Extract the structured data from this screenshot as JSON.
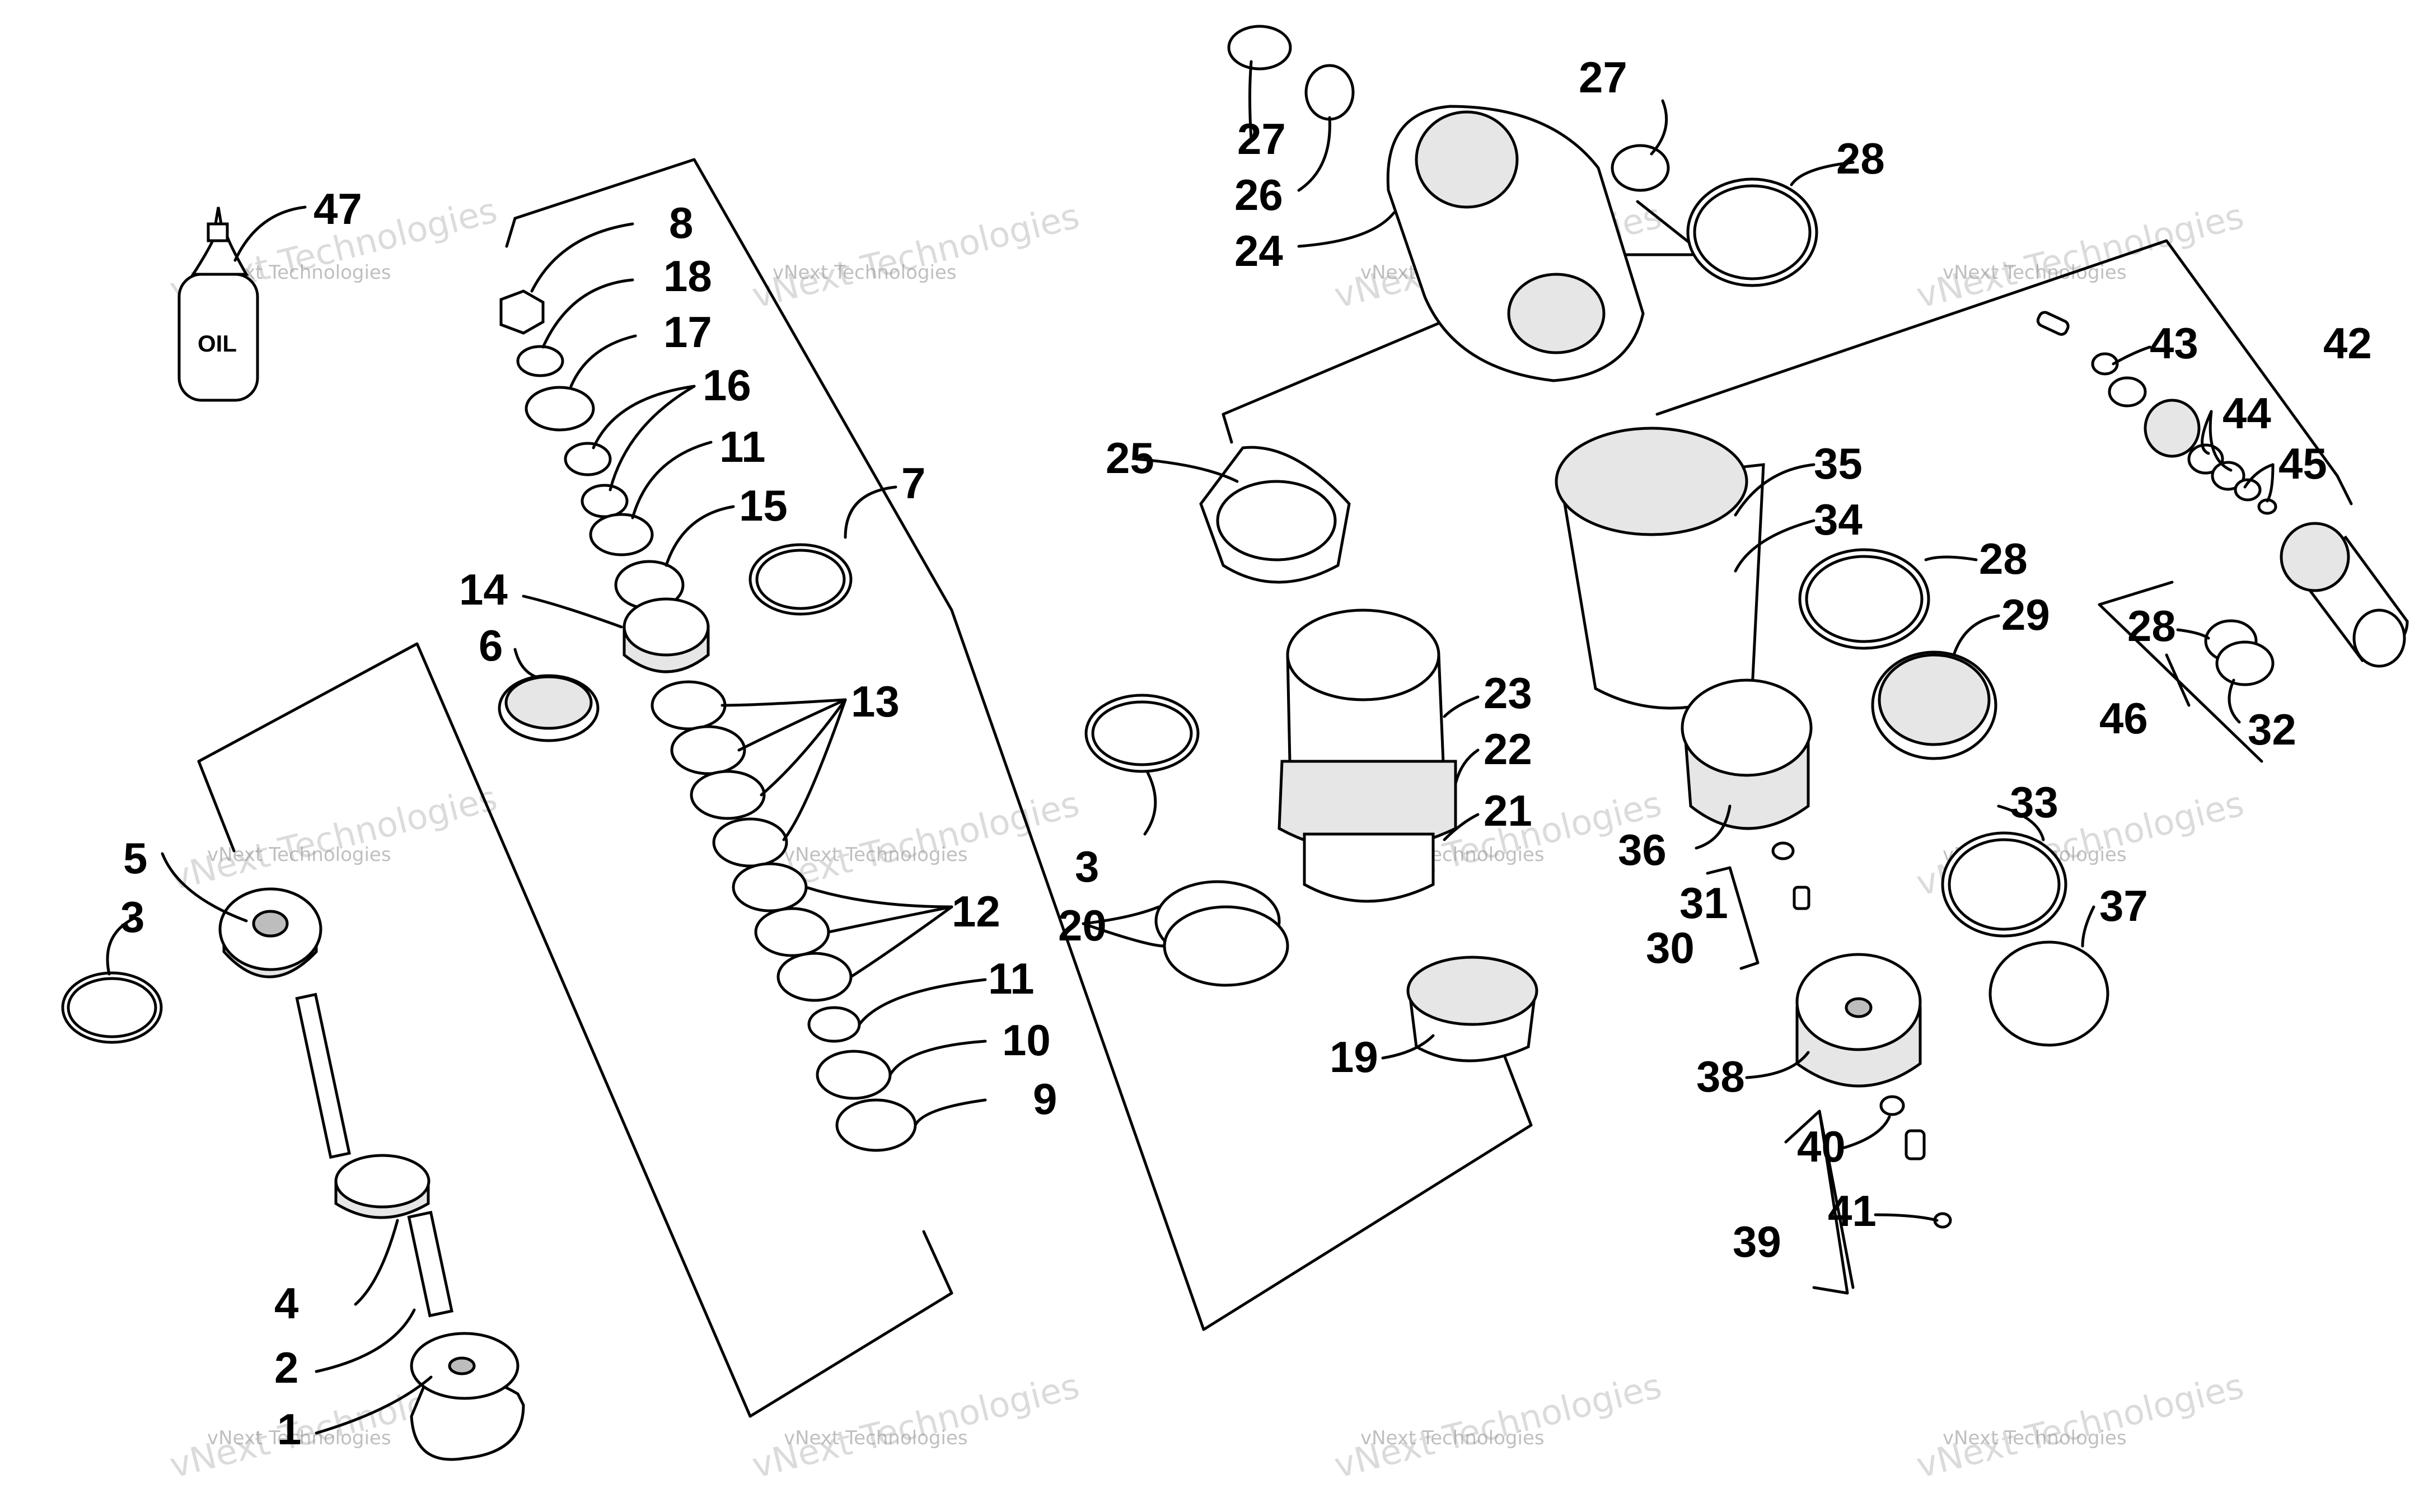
{
  "diagram": {
    "watermark": "vNext Technologies",
    "oil_label": "OIL",
    "callouts": [
      {
        "id": "c1",
        "text": "1"
      },
      {
        "id": "c2",
        "text": "2"
      },
      {
        "id": "c3a",
        "text": "3"
      },
      {
        "id": "c3b",
        "text": "3"
      },
      {
        "id": "c4",
        "text": "4"
      },
      {
        "id": "c5",
        "text": "5"
      },
      {
        "id": "c6",
        "text": "6"
      },
      {
        "id": "c7",
        "text": "7"
      },
      {
        "id": "c8",
        "text": "8"
      },
      {
        "id": "c9",
        "text": "9"
      },
      {
        "id": "c10",
        "text": "10"
      },
      {
        "id": "c11a",
        "text": "11"
      },
      {
        "id": "c11b",
        "text": "11"
      },
      {
        "id": "c12",
        "text": "12"
      },
      {
        "id": "c13",
        "text": "13"
      },
      {
        "id": "c14",
        "text": "14"
      },
      {
        "id": "c15",
        "text": "15"
      },
      {
        "id": "c16",
        "text": "16"
      },
      {
        "id": "c17",
        "text": "17"
      },
      {
        "id": "c18",
        "text": "18"
      },
      {
        "id": "c19",
        "text": "19"
      },
      {
        "id": "c20",
        "text": "20"
      },
      {
        "id": "c21",
        "text": "21"
      },
      {
        "id": "c22",
        "text": "22"
      },
      {
        "id": "c23",
        "text": "23"
      },
      {
        "id": "c24",
        "text": "24"
      },
      {
        "id": "c25",
        "text": "25"
      },
      {
        "id": "c26",
        "text": "26"
      },
      {
        "id": "c27a",
        "text": "27"
      },
      {
        "id": "c27b",
        "text": "27"
      },
      {
        "id": "c28a",
        "text": "28"
      },
      {
        "id": "c28b",
        "text": "28"
      },
      {
        "id": "c28c",
        "text": "28"
      },
      {
        "id": "c29",
        "text": "29"
      },
      {
        "id": "c30",
        "text": "30"
      },
      {
        "id": "c31",
        "text": "31"
      },
      {
        "id": "c32",
        "text": "32"
      },
      {
        "id": "c33",
        "text": "33"
      },
      {
        "id": "c34",
        "text": "34"
      },
      {
        "id": "c35",
        "text": "35"
      },
      {
        "id": "c36",
        "text": "36"
      },
      {
        "id": "c37",
        "text": "37"
      },
      {
        "id": "c38",
        "text": "38"
      },
      {
        "id": "c39",
        "text": "39"
      },
      {
        "id": "c40",
        "text": "40"
      },
      {
        "id": "c41",
        "text": "41"
      },
      {
        "id": "c42",
        "text": "42"
      },
      {
        "id": "c43",
        "text": "43"
      },
      {
        "id": "c44",
        "text": "44"
      },
      {
        "id": "c45",
        "text": "45"
      },
      {
        "id": "c46",
        "text": "46"
      },
      {
        "id": "c47",
        "text": "47"
      }
    ]
  }
}
